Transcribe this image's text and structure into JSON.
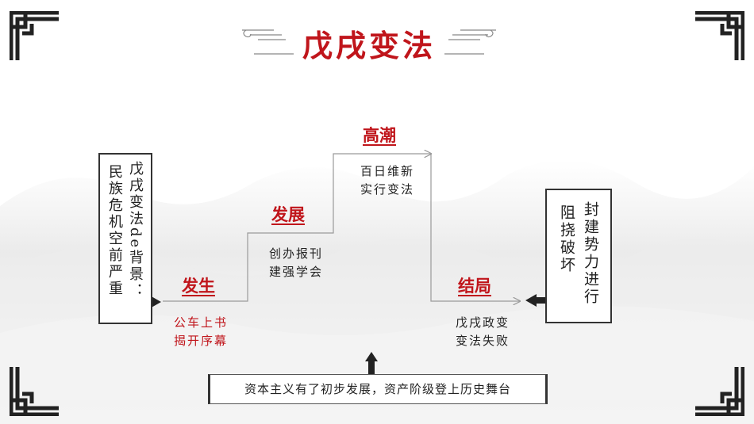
{
  "title": "戊戌变法",
  "background_box": {
    "col1": "戊戌变法de背景：",
    "col2": "民族危机空前严重"
  },
  "stages": {
    "fasheng": {
      "label": "发生",
      "line1": "公车上书",
      "line2": "揭开序幕"
    },
    "fazhan": {
      "label": "发展",
      "line1": "创办报刊",
      "line2": "建强学会"
    },
    "gaochao": {
      "label": "高潮",
      "line1": "百日维新",
      "line2": "实行变法"
    },
    "jieju": {
      "label": "结局",
      "line1": "戊戌政变",
      "line2": "变法失败"
    }
  },
  "obstruct_box": {
    "col1": "封建势力进行",
    "col2": "阻挠破坏"
  },
  "bottom_box": "资本主义有了初步发展，资产阶级登上历史舞台",
  "colors": {
    "accent": "#c0151b",
    "text": "#222222",
    "line": "#999999"
  }
}
